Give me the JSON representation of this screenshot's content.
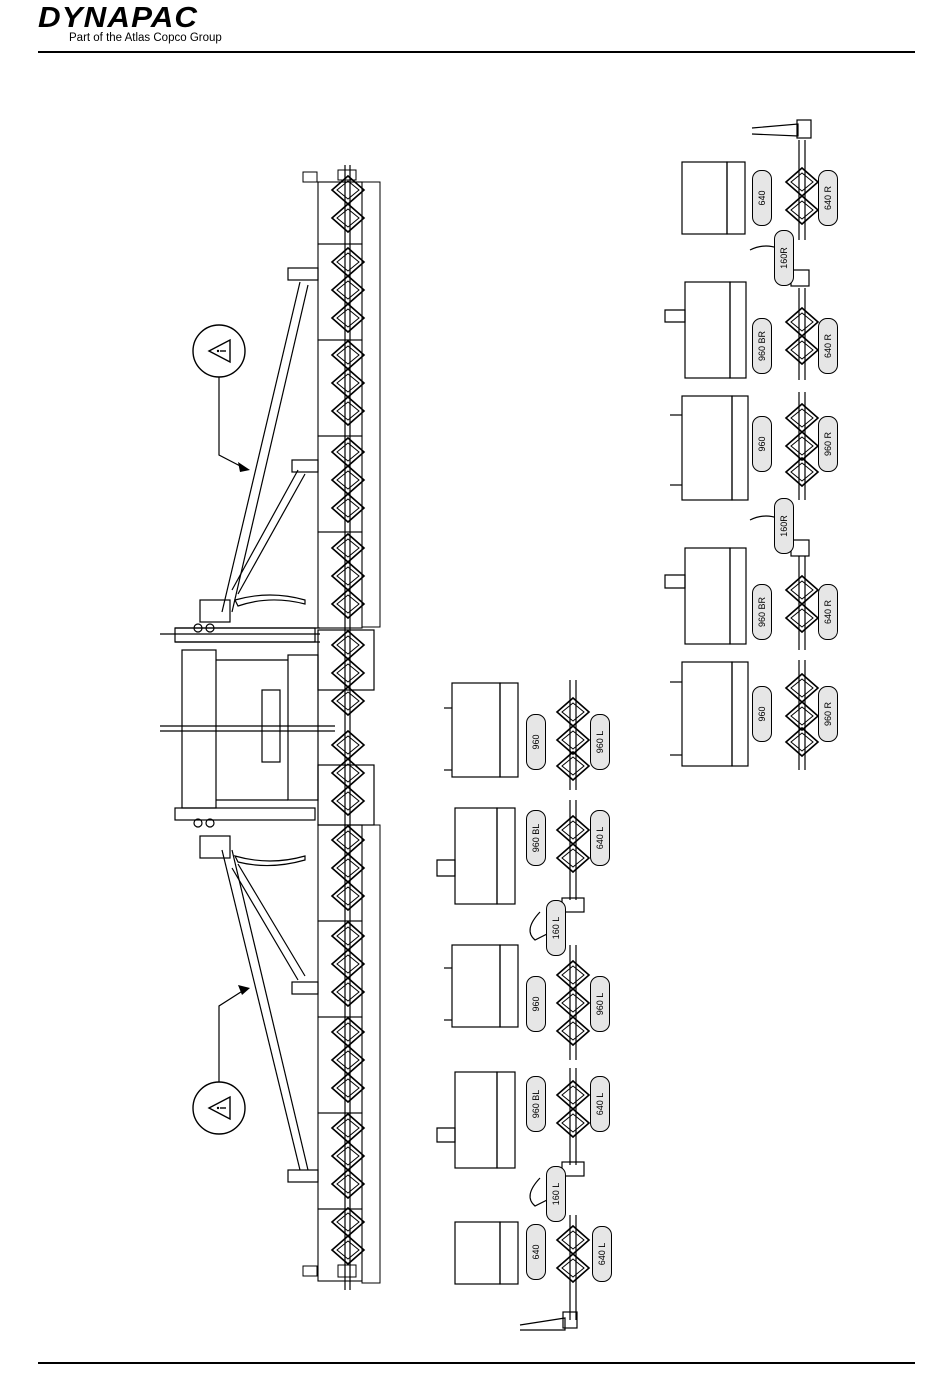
{
  "header": {
    "brand": "DYNAPAC",
    "tagline": "Part of the Atlas Copco Group"
  },
  "diagram": {
    "left_group_labels": [
      {
        "section": "960",
        "auger": "960 L"
      },
      {
        "section": "960 BL",
        "auger": "640 L",
        "bracket": "160 L"
      },
      {
        "section": "960",
        "auger": "960 L"
      },
      {
        "section": "960 BL",
        "auger": "640 L",
        "bracket": "160 L"
      },
      {
        "section": "640",
        "auger": "640 L"
      }
    ],
    "right_group_labels": [
      {
        "section": "640",
        "auger": "640 R",
        "bracket": "160R"
      },
      {
        "section": "960 BR",
        "auger": "640 R"
      },
      {
        "section": "960",
        "auger": "960 R",
        "bracket": "160R"
      },
      {
        "section": "960 BR",
        "auger": "640 R"
      },
      {
        "section": "960",
        "auger": "960 R"
      }
    ],
    "warning_symbols": [
      "warning-triangle",
      "warning-triangle"
    ]
  }
}
